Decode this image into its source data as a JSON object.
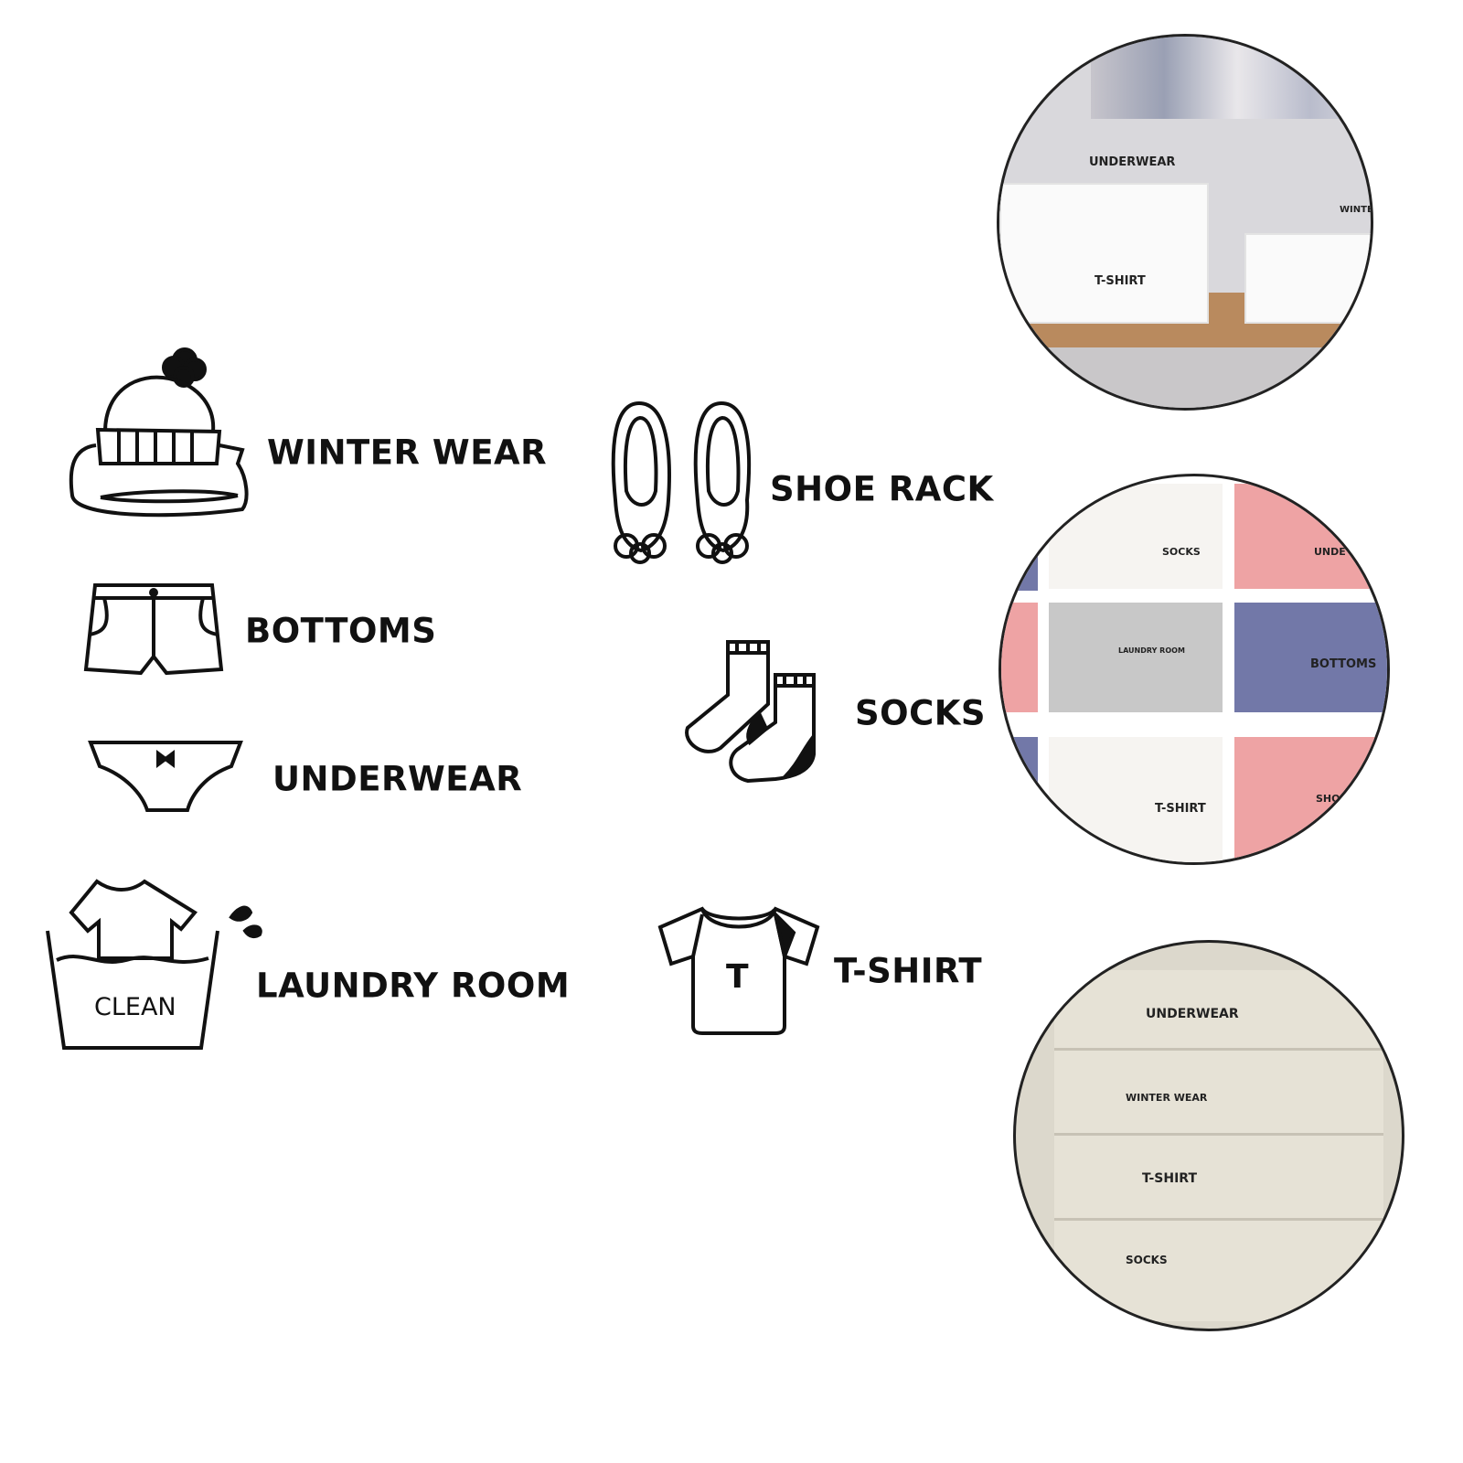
{
  "labels": {
    "winter_wear": "WINTER WEAR",
    "bottoms": "BOTTOMS",
    "underwear": "UNDERWEAR",
    "laundry_room": "LAUNDRY ROOM",
    "laundry_tub_text": "CLEAN",
    "shoe_rack": "SHOE RACK",
    "socks": "SOCKS",
    "tshirt": "T-SHIRT",
    "tshirt_letter": "T"
  },
  "photo1": {
    "underwear": "UNDERWEAR",
    "tshirt": "T-SHIRT",
    "winter": "WINTEI"
  },
  "photo2": {
    "socks": "SOCKS",
    "underwear": "UNDE",
    "laundry": "LAUNDRY ROOM",
    "bottoms": "BOTTOMS",
    "tshirt": "T-SHIRT",
    "shoe": "SHO"
  },
  "photo3": {
    "underwear": "UNDERWEAR",
    "winter": "WINTER WEAR",
    "tshirt": "T-SHIRT",
    "socks": "SOCKS"
  },
  "colors": {
    "ink": "#111111",
    "pink": "#eea3a4",
    "navy": "#7278a8",
    "gold": "#e6b93a",
    "wood": "#b98a5e"
  }
}
